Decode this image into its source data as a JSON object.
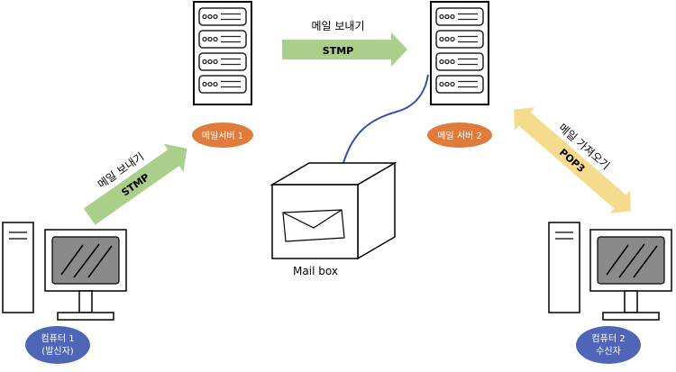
{
  "arrow_send_top": {
    "text": "메일 보내기",
    "protocol": "STMP"
  },
  "arrow_send_left": {
    "text": "메일 보내기",
    "protocol": "STMP"
  },
  "arrow_fetch_right": {
    "text": "메일 가져오기",
    "protocol": "POP3"
  },
  "server1": {
    "label": "메일서버 1"
  },
  "server2": {
    "label": "메일 서버 2"
  },
  "mailbox": {
    "label": "Mail box"
  },
  "computer1": {
    "line1": "컴퓨터 1",
    "line2": "(발신자)"
  },
  "computer2": {
    "line1": "컴퓨터 2",
    "line2": "수신자"
  },
  "colors": {
    "send_arrow": "#a9cf8a",
    "fetch_arrow": "#f5dc8c",
    "server_label_bg": "#e07b3c",
    "computer_label_bg": "#4f66b8",
    "cable": "#3350a8"
  }
}
